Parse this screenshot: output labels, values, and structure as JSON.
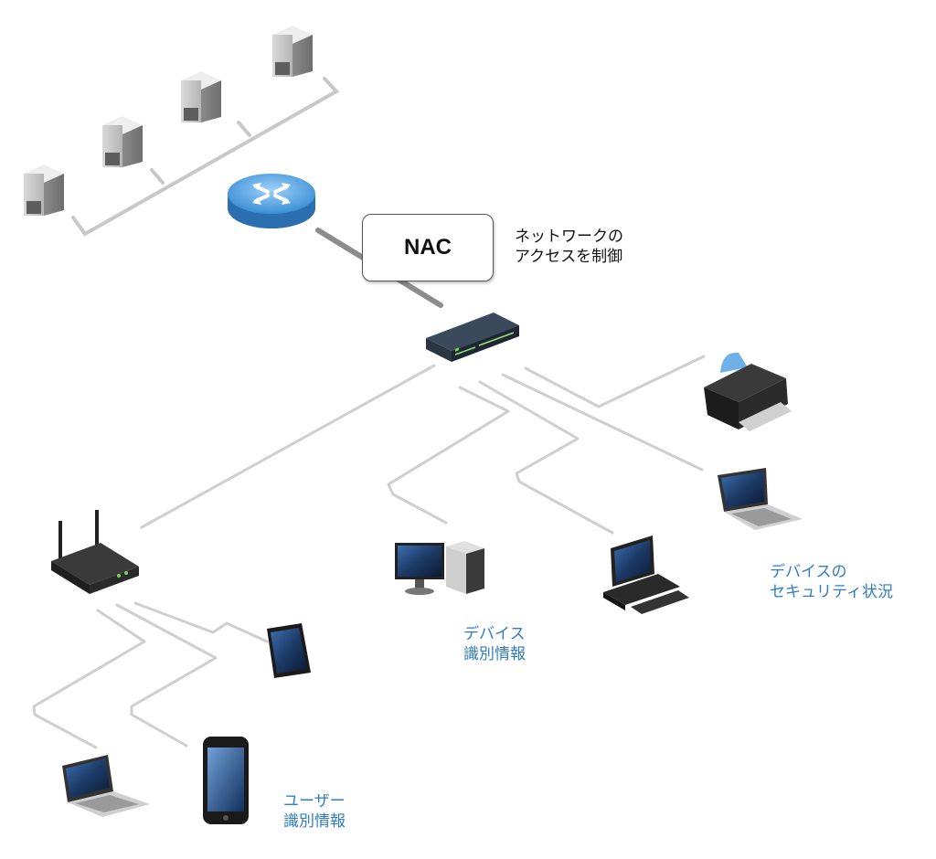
{
  "nac": {
    "box_label": "NAC",
    "caption_line1": "ネットワークの",
    "caption_line2": "アクセスを制御"
  },
  "labels": {
    "device_id_line1": "デバイス",
    "device_id_line2": "識別情報",
    "device_security_line1": "デバイスの",
    "device_security_line2": "セキュリティ状況",
    "user_id_line1": "ユーザー",
    "user_id_line2": "識別情報"
  },
  "colors": {
    "line": "#c8c8c8",
    "uplink": "#8c8c8c",
    "router": "#3a8fd6",
    "caption_blue": "#2f7cc4"
  }
}
